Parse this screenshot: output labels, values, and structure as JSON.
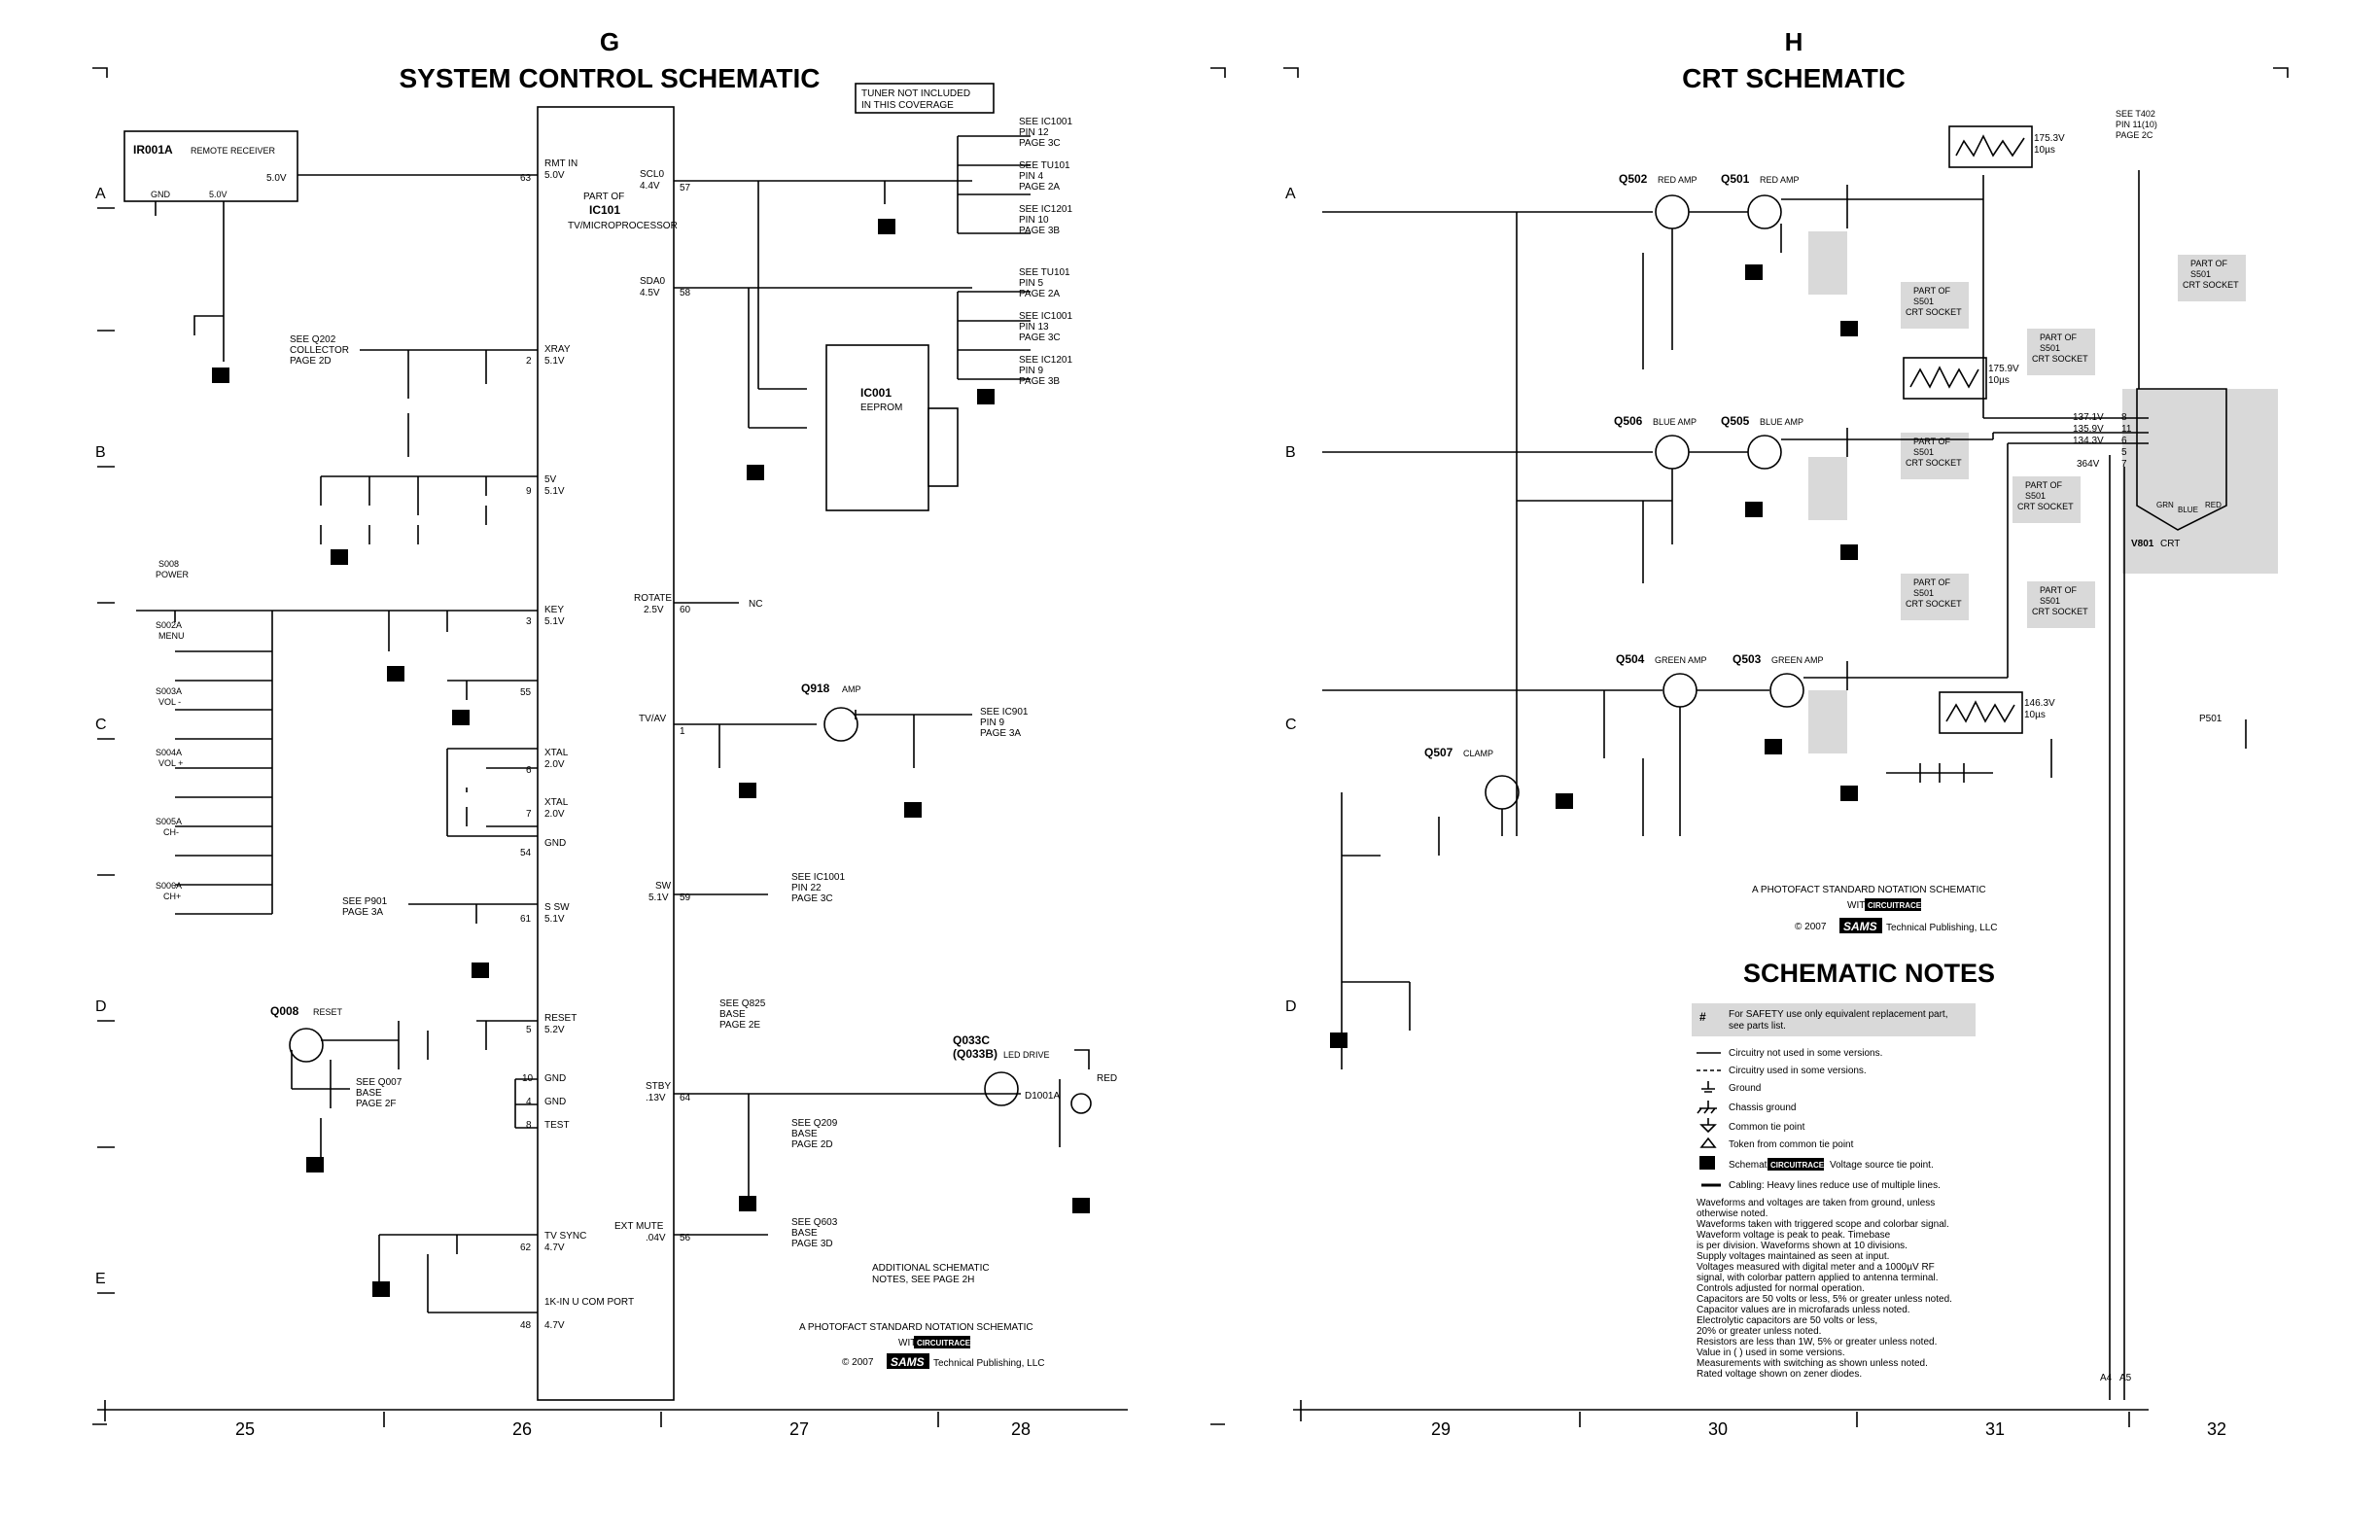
{
  "left_sheet": {
    "letter": "G",
    "title": "SYSTEM CONTROL SCHEMATIC",
    "tuner_note": [
      "TUNER NOT INCLUDED",
      "IN THIS COVERAGE"
    ],
    "ic101": {
      "ref": "IC101",
      "part_of": "PART OF",
      "desc": "TV/MICROPROCESSOR"
    },
    "pins_left": [
      {
        "pin": "63",
        "name": "RMT IN",
        "v": "5.0V"
      },
      {
        "pin": "2",
        "name": "XRAY",
        "v": "5.1V"
      },
      {
        "pin": "9",
        "name": "5V",
        "v": "5.1V"
      },
      {
        "pin": "3",
        "name": "KEY",
        "v": "5.1V"
      },
      {
        "pin": "55",
        "name": "",
        "v": ""
      },
      {
        "pin": "6",
        "name": "XTAL",
        "v": "2.0V"
      },
      {
        "pin": "7",
        "name": "XTAL",
        "v": "2.0V"
      },
      {
        "pin": "54",
        "name": "GND",
        "v": ""
      },
      {
        "pin": "61",
        "name": "S SW",
        "v": "5.1V"
      },
      {
        "pin": "5",
        "name": "RESET",
        "v": "5.2V"
      },
      {
        "pin": "10",
        "name": "GND",
        "v": ""
      },
      {
        "pin": "4",
        "name": "GND",
        "v": ""
      },
      {
        "pin": "8",
        "name": "TEST",
        "v": ""
      },
      {
        "pin": "62",
        "name": "TV SYNC",
        "v": "4.7V"
      },
      {
        "pin": "48",
        "name": "1K-IN U COM PORT",
        "v": "4.7V"
      }
    ],
    "pins_right": [
      {
        "pin": "57",
        "name": "SCL0",
        "v": "4.4V"
      },
      {
        "pin": "58",
        "name": "SDA0",
        "v": "4.5V"
      },
      {
        "pin": "60",
        "name": "ROTATE",
        "v": "2.5V"
      },
      {
        "pin": "1",
        "name": "TV/AV",
        "v": ""
      },
      {
        "pin": "59",
        "name": "SW",
        "v": "5.1V"
      },
      {
        "pin": "64",
        "name": "STBY",
        "v": ".13V"
      },
      {
        "pin": "56",
        "name": "EXT MUTE",
        "v": ".04V"
      }
    ],
    "remote": {
      "ref": "IR001A",
      "name": "REMOTE RECEIVER",
      "v": "5.0V",
      "gnd": "GND",
      "v5": "5.0V"
    },
    "references": [
      [
        "SEE IC1001",
        "PIN 12",
        "PAGE 3C"
      ],
      [
        "SEE TU101",
        "PIN 4",
        "PAGE 2A"
      ],
      [
        "SEE IC1201",
        "PIN 10",
        "PAGE 3B"
      ],
      [
        "SEE TU101",
        "PIN 5",
        "PAGE 2A"
      ],
      [
        "SEE IC1001",
        "PIN 13",
        "PAGE 3C"
      ],
      [
        "SEE IC1201",
        "PIN 9",
        "PAGE 3B"
      ],
      [
        "SEE IC901",
        "PIN 9",
        "PAGE 3A"
      ],
      [
        "SEE IC1001",
        "PIN 22",
        "PAGE 3C"
      ],
      [
        "SEE Q202",
        "COLLECTOR",
        "PAGE 2D"
      ],
      [
        "SEE P901",
        "PAGE 3A"
      ],
      [
        "SEE Q007",
        "BASE",
        "PAGE 2F"
      ],
      [
        "SEE Q825",
        "BASE",
        "PAGE 2E"
      ],
      [
        "SEE Q209",
        "BASE",
        "PAGE 2D"
      ],
      [
        "SEE Q603",
        "BASE",
        "PAGE 3D"
      ]
    ],
    "eeprom": {
      "ref": "IC001",
      "name": "EEPROM"
    },
    "q918": {
      "ref": "Q918",
      "name": "AMP"
    },
    "q008": {
      "ref": "Q008",
      "name": "RESET"
    },
    "q033": {
      "ref": "Q033C",
      "alt": "(Q033B)",
      "name": "LED DRIVE"
    },
    "switches": [
      [
        "S008",
        "POWER"
      ],
      [
        "S002A",
        "MENU"
      ],
      [
        "S003A",
        "VOL -"
      ],
      [
        "S004A",
        "VOL +"
      ],
      [
        "S005A",
        "CH-"
      ],
      [
        "S006A",
        "CH+"
      ]
    ],
    "nc": "NC",
    "additional_notes": [
      "ADDITIONAL SCHEMATIC",
      "NOTES, SEE PAGE 2H"
    ],
    "photofact": "A PHOTOFACT STANDARD NOTATION SCHEMATIC",
    "with": "WITH",
    "circuitrace": "CIRCUITRACE®",
    "copyright": "© 2007",
    "sams": "SAMS",
    "publisher": "Technical Publishing, LLC",
    "red": "RED",
    "d1001a": "D1001A",
    "grid_numbers": [
      "25",
      "26",
      "27",
      "28"
    ]
  },
  "right_sheet": {
    "letter": "H",
    "title": "CRT SCHEMATIC",
    "transistors": [
      {
        "ref": "Q502",
        "name": "RED AMP"
      },
      {
        "ref": "Q501",
        "name": "RED AMP"
      },
      {
        "ref": "Q506",
        "name": "BLUE AMP"
      },
      {
        "ref": "Q505",
        "name": "BLUE AMP"
      },
      {
        "ref": "Q504",
        "name": "GREEN AMP"
      },
      {
        "ref": "Q503",
        "name": "GREEN AMP"
      },
      {
        "ref": "Q507",
        "name": "CLAMP"
      }
    ],
    "waveforms": [
      {
        "v": "175.3V",
        "t": "10µs"
      },
      {
        "v": "175.9V",
        "t": "10µs"
      },
      {
        "v": "146.3V",
        "t": "10µs"
      }
    ],
    "see_t402": [
      "SEE T402",
      "PIN 11(10)",
      "PAGE 2C"
    ],
    "crt_socket_label": [
      "PART OF",
      "S501",
      "CRT SOCKET"
    ],
    "crt": {
      "ref": "V801",
      "name": "CRT",
      "grn": "GRN",
      "blue": "BLUE",
      "red": "RED"
    },
    "crt_pins": [
      {
        "v": "137.1V",
        "pin": "8"
      },
      {
        "v": "135.9V",
        "pin": "11"
      },
      {
        "v": "134.3V",
        "pin": "6"
      },
      {
        "v": "",
        "pin": "5"
      },
      {
        "v": "364V",
        "pin": "7"
      }
    ],
    "p501": "P501",
    "notes_title": "SCHEMATIC NOTES",
    "safety_note": [
      "For SAFETY use only equivalent replacement part,",
      "see parts list."
    ],
    "legend": [
      "Circuitry not used in some versions.",
      "Circuitry used in some versions.",
      "Ground",
      "Chassis ground",
      "Common tie point",
      "Token from common tie point",
      "Schematic",
      "Voltage source tie point.",
      "Cabling: Heavy lines reduce use of multiple lines."
    ],
    "notes_text": [
      "Waveforms and voltages are taken from ground, unless",
      "    otherwise noted.",
      "Waveforms taken with triggered scope and colorbar signal.",
      "    Waveform voltage is peak to peak. Timebase",
      "    is per division. Waveforms shown at 10 divisions.",
      "Supply voltages maintained as seen at input.",
      "Voltages measured with digital meter and a 1000µV RF",
      "    signal, with colorbar pattern applied to antenna terminal.",
      "Controls adjusted for normal operation.",
      "Capacitors are 50 volts or less, 5% or greater unless noted.",
      "Capacitor values are in microfarads unless noted.",
      "Electrolytic capacitors are 50 volts or less,",
      "    20% or greater unless noted.",
      "Resistors are less than 1W, 5% or greater unless noted.",
      "Value in ( ) used in some versions.",
      "Measurements with switching as shown unless noted.",
      "Rated voltage shown on zener diodes."
    ],
    "photofact": "A PHOTOFACT STANDARD NOTATION SCHEMATIC",
    "with": "WITH",
    "circuitrace": "CIRCUITRACE®",
    "copyright": "© 2007",
    "sams": "SAMS",
    "publisher": "Technical Publishing, LLC",
    "grid_numbers": [
      "29",
      "30",
      "31",
      "32"
    ],
    "cable_labels": [
      "A4",
      "A5"
    ]
  },
  "row_letters": [
    "A",
    "B",
    "C",
    "D",
    "E"
  ]
}
